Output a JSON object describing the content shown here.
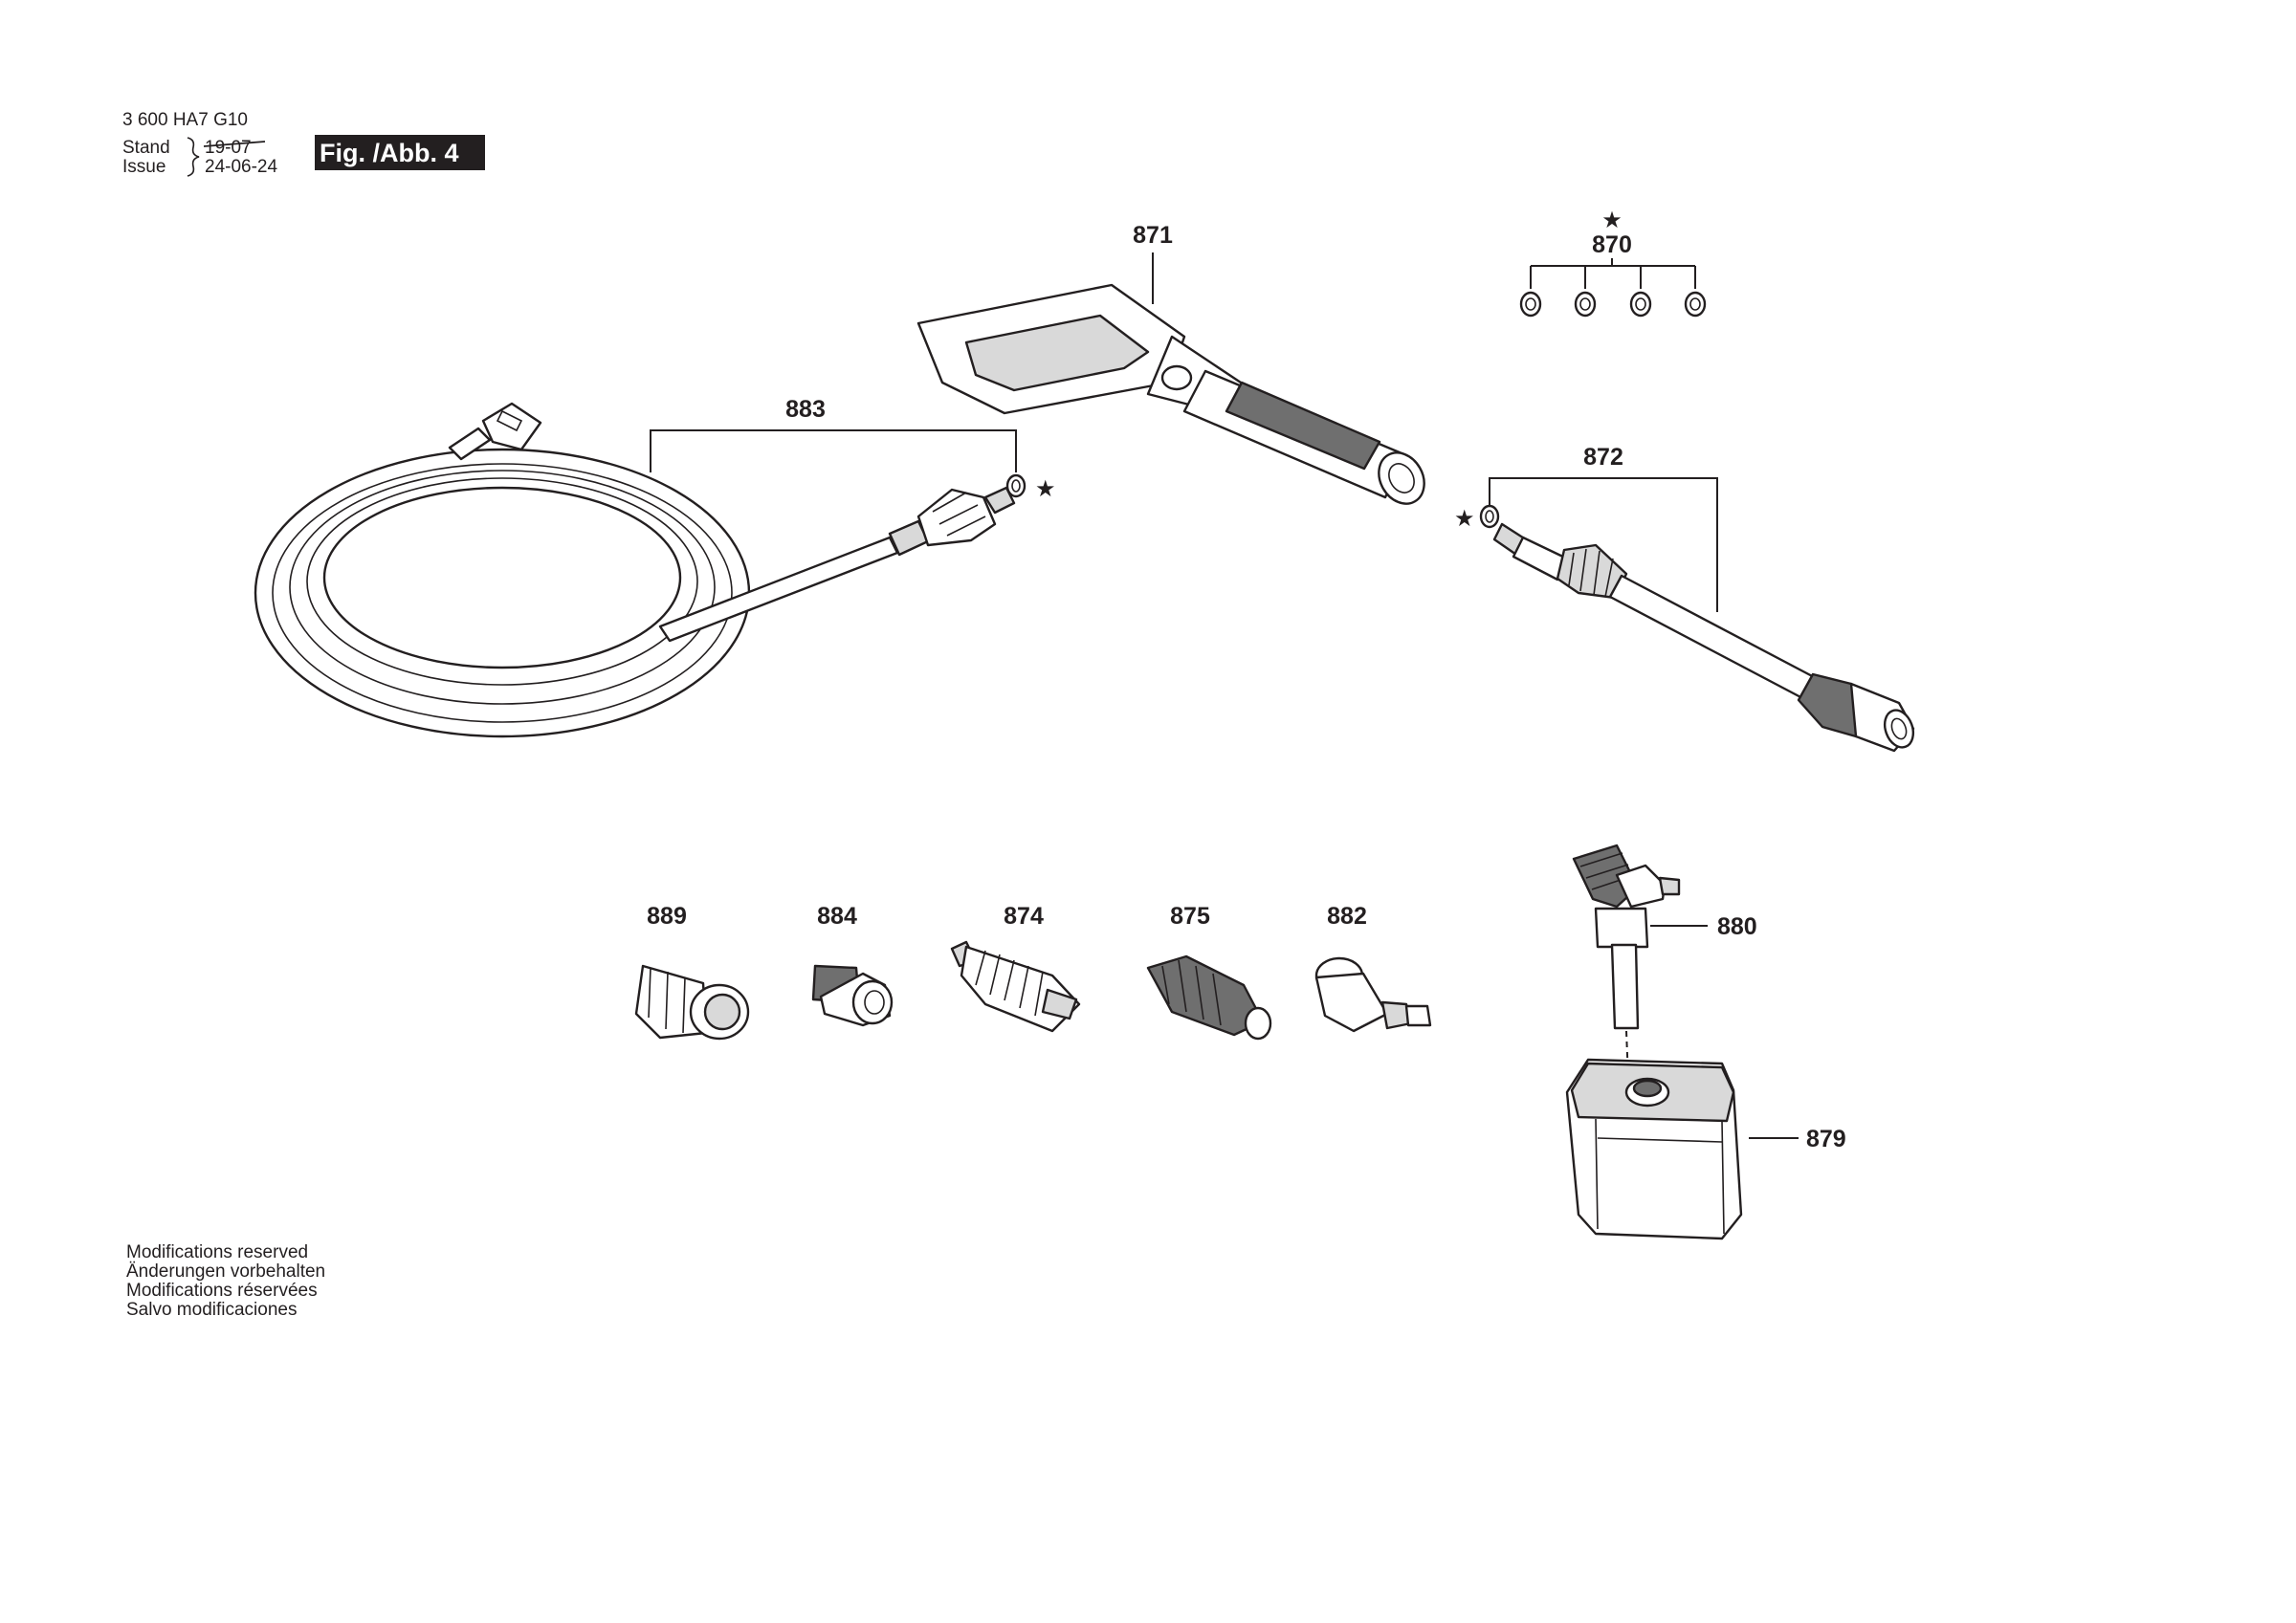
{
  "header": {
    "part_number": "3 600 HA7 G10",
    "stand_label": "Stand",
    "issue_label": "Issue",
    "stand_date": "19-07",
    "issue_date": "24-06-24",
    "figure_label": "Fig. /Abb. 4"
  },
  "callouts": {
    "p870": "870",
    "p871": "871",
    "p872": "872",
    "p874": "874",
    "p875": "875",
    "p879": "879",
    "p880": "880",
    "p882": "882",
    "p883": "883",
    "p884": "884",
    "p889": "889"
  },
  "star_symbol": "★",
  "notes": [
    "Modifications reserved",
    "Änderungen vorbehalten",
    "Modifications réservées",
    "Salvo modificaciones"
  ]
}
